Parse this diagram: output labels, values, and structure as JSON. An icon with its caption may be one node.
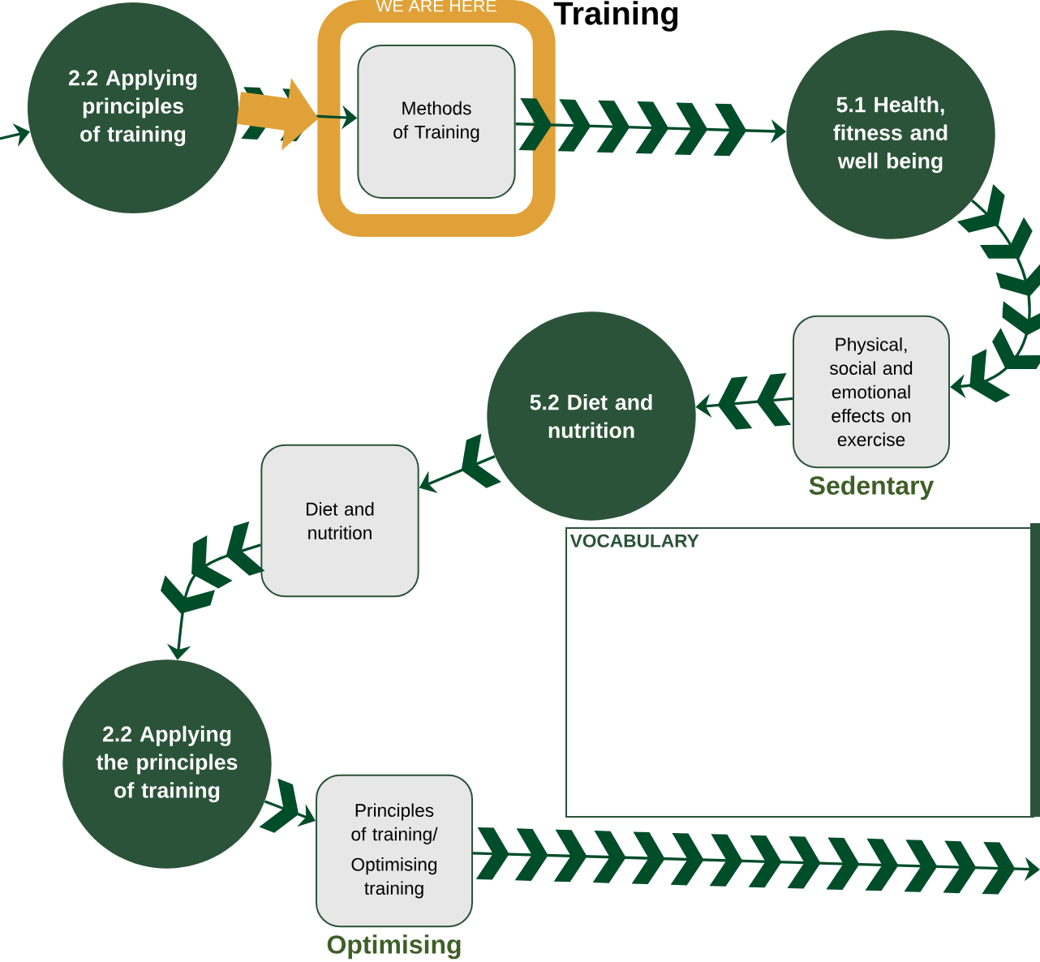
{
  "diagram": {
    "title": "Training",
    "nodes": [
      {
        "text": [
          "2.2 Applying principles of training"
        ]
      },
      {
        "text": [
          "WE ARE HERE"
        ]
      },
      {
        "text": [
          "Methods of Training"
        ],
        "in": 1
      },
      {
        "text": [
          "5.1 Health, fitness and well being"
        ]
      },
      {
        "text": [
          "Physical, social and emotional effects on exercise"
        ],
        "beside": [
          "Sedentary"
        ]
      },
      {
        "text": [
          "5.2 Diet and nutrition"
        ]
      },
      {
        "text": [
          "Diet and nutrition"
        ]
      },
      {
        "text": [
          "2.2 Applying the principles of training"
        ]
      },
      {
        "text": [
          "Principles of training/",
          "Optimising training"
        ],
        "beside": [
          "Optimising"
        ]
      },
      {
        "text": [
          "VOCABULARY"
        ]
      }
    ],
    "edges": [
      {
        "from": null,
        "to": 0,
        "arrow": "to"
      },
      {
        "from": 0,
        "to": 2,
        "arrow": "to"
      },
      {
        "from": 0,
        "to": 1,
        "arrow": "to",
        "style": "thick",
        "color": "#e0a238"
      },
      {
        "from": 2,
        "to": 3,
        "arrow": "to"
      },
      {
        "from": 3,
        "to": 4,
        "arrow": "to"
      },
      {
        "from": 4,
        "to": 5,
        "arrow": "to"
      },
      {
        "from": 5,
        "to": 6,
        "arrow": "to"
      },
      {
        "from": 6,
        "to": 7,
        "arrow": "to"
      },
      {
        "from": 7,
        "to": 8,
        "arrow": "to"
      },
      {
        "from": 8,
        "to": null,
        "arrow": "to"
      }
    ]
  }
}
